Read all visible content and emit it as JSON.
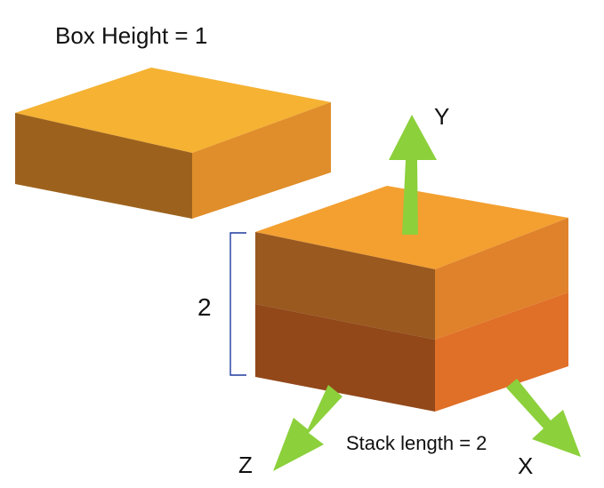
{
  "labels": {
    "box_height": "Box Height = 1",
    "stack_height": "2",
    "stack_length": "Stack length = 2",
    "axis_x": "X",
    "axis_y": "Y",
    "axis_z": "Z"
  },
  "colors": {
    "box_top": "#F5B233",
    "box_front": "#9C621D",
    "box_side": "#E08E2B",
    "stack_top": "#F3A031",
    "stack_front_upper": "#99591F",
    "stack_side_upper": "#DF822B",
    "stack_front_lower": "#924819",
    "stack_side_lower": "#E06F28",
    "arrow": "#8CD03B",
    "bracket": "#1F3C9E"
  }
}
